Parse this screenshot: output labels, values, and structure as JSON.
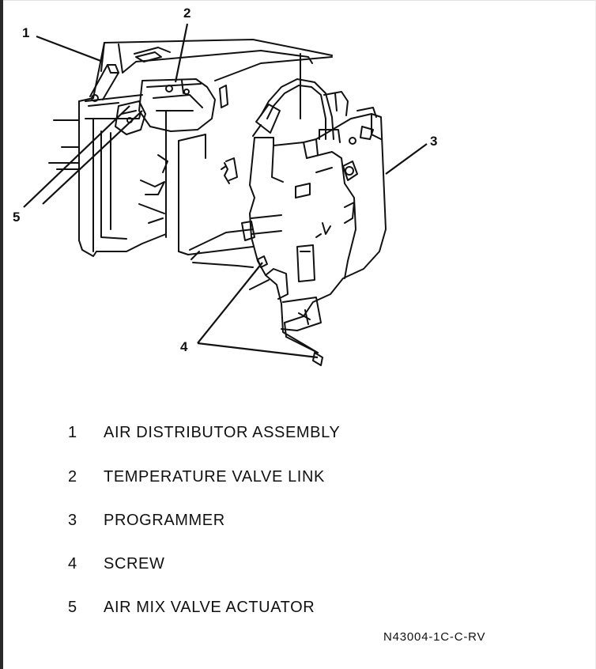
{
  "callouts": [
    "1",
    "2",
    "3",
    "4",
    "5"
  ],
  "legend": [
    {
      "num": "1",
      "label": "AIR DISTRIBUTOR ASSEMBLY"
    },
    {
      "num": "2",
      "label": "TEMPERATURE VALVE LINK"
    },
    {
      "num": "3",
      "label": "PROGRAMMER"
    },
    {
      "num": "4",
      "label": "SCREW"
    },
    {
      "num": "5",
      "label": "AIR MIX VALVE ACTUATOR"
    }
  ],
  "figure_code": "N43004-1C-C-RV"
}
